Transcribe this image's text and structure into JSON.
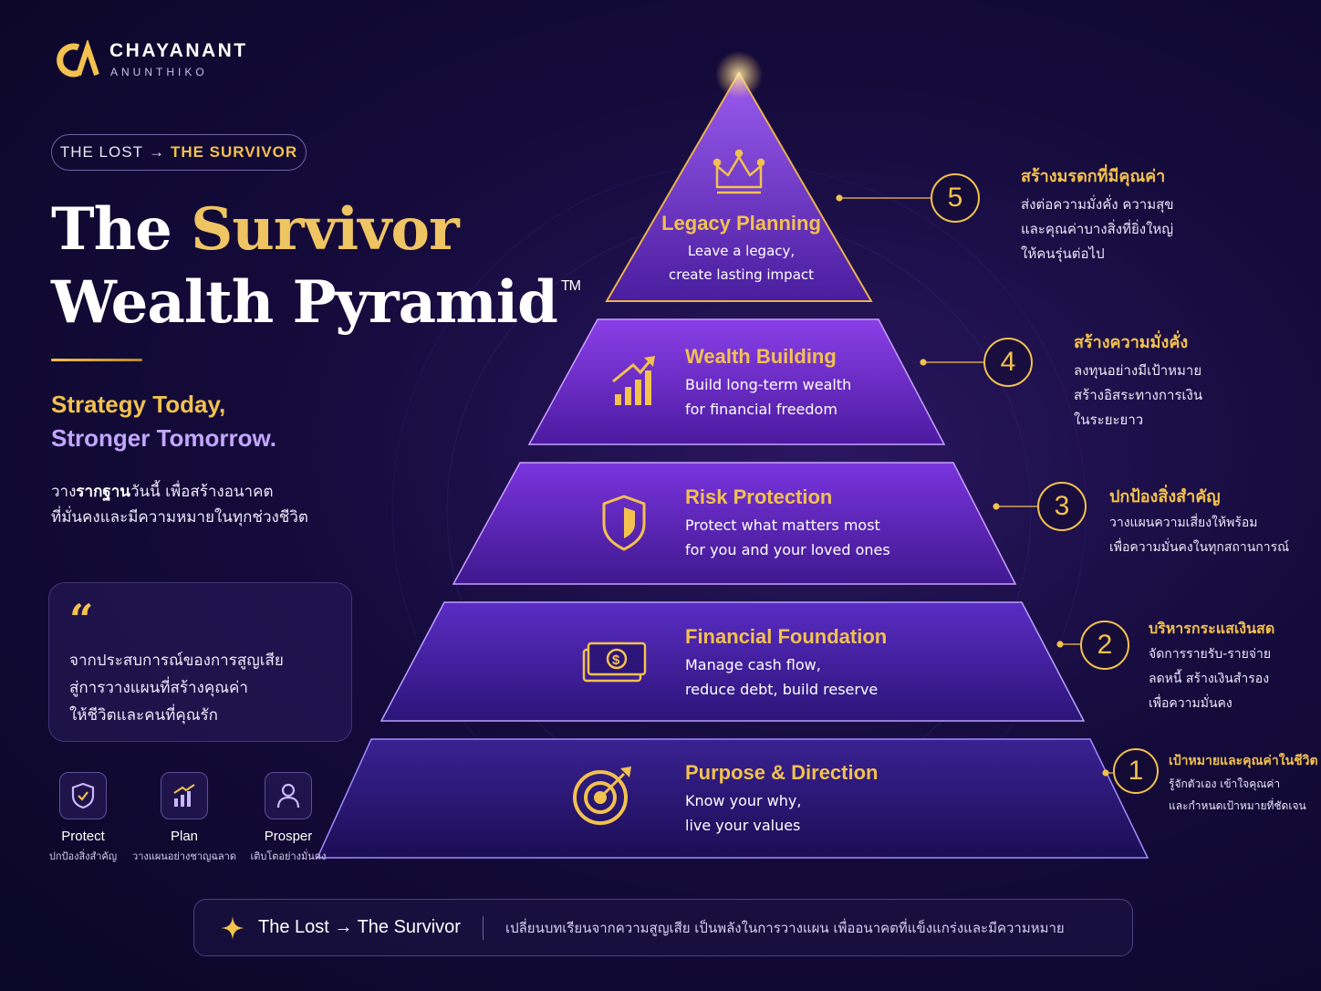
{
  "colors": {
    "gold": "#f2c14e",
    "lavender": "#c3a6ff",
    "background": "#150b3c",
    "purple": "#7b3fe0"
  },
  "brand": {
    "name": "CHAYANANT",
    "sub": "ANUNTHIKO",
    "logo_icon": "ca-monogram-icon"
  },
  "pill": {
    "left": "THE LOST",
    "arrow": "→",
    "right": "THE SURVIVOR"
  },
  "title": {
    "line1_a": "The",
    "line1_b": "Survivor",
    "line2": "Wealth Pyramid",
    "tm": "TM"
  },
  "tagline": {
    "line1": "Strategy Today,",
    "line2": "Stronger Tomorrow."
  },
  "description": {
    "pre": "วาง",
    "bold": "รากฐาน",
    "post": "วันนี้ เพื่อสร้างอนาคต",
    "line2": "ที่มั่นคงและมีความหมายในทุกช่วงชีวิต"
  },
  "quote": {
    "mark": "“",
    "lines": [
      "จากประสบการณ์ของการสูญเสีย",
      "สู่การวางแผนที่สร้างคุณค่า",
      "ให้ชีวิตและคนที่คุณรัก"
    ]
  },
  "pillars": [
    {
      "label": "Protect",
      "sub": "ปกป้องสิ่งสำคัญ",
      "icon": "shield-check-icon"
    },
    {
      "label": "Plan",
      "sub": "วางแผนอย่างชาญฉลาด",
      "icon": "bar-chart-icon"
    },
    {
      "label": "Prosper",
      "sub": "เติบโตอย่างมั่นคง",
      "icon": "person-icon"
    }
  ],
  "tiers": [
    {
      "level": "5",
      "title": "Legacy Planning",
      "lines": [
        "Leave a legacy,",
        "create lasting impact"
      ],
      "icon": "crown-icon",
      "side_title": "สร้างมรดกที่มีคุณค่า",
      "side_lines": [
        "ส่งต่อความมั่งคั่ง ความสุข",
        "และคุณค่าบางสิ่งที่ยิ่งใหญ่",
        "ให้คนรุ่นต่อไป"
      ]
    },
    {
      "level": "4",
      "title": "Wealth Building",
      "lines": [
        "Build long-term wealth",
        "for financial freedom"
      ],
      "icon": "growth-chart-icon",
      "side_title": "สร้างความมั่งคั่ง",
      "side_lines": [
        "ลงทุนอย่างมีเป้าหมาย",
        "สร้างอิสระทางการเงิน",
        "ในระยะยาว"
      ]
    },
    {
      "level": "3",
      "title": "Risk Protection",
      "lines": [
        "Protect what matters most",
        "for you and your loved ones"
      ],
      "icon": "shield-icon",
      "side_title": "ปกป้องสิ่งสำคัญ",
      "side_lines": [
        "วางแผนความเสี่ยงให้พร้อม",
        "เพื่อความมั่นคงในทุกสถานการณ์"
      ]
    },
    {
      "level": "2",
      "title": "Financial Foundation",
      "lines": [
        "Manage cash flow,",
        "reduce debt, build reserve"
      ],
      "icon": "money-icon",
      "side_title": "บริหารกระแสเงินสด",
      "side_lines": [
        "จัดการรายรับ-รายจ่าย",
        "ลดหนี้ สร้างเงินสำรอง",
        "เพื่อความมั่นคง"
      ]
    },
    {
      "level": "1",
      "title": "Purpose & Direction",
      "lines": [
        "Know your why,",
        "live your values"
      ],
      "icon": "target-icon",
      "side_title": "เป้าหมายและคุณค่าในชีวิต",
      "side_lines": [
        "รู้จักตัวเอง เข้าใจคุณค่า",
        "และกำหนดเป้าหมายที่ชัดเจน"
      ]
    }
  ],
  "footer": {
    "title": "The Lost → The Survivor",
    "text": "เปลี่ยนบทเรียนจากความสูญเสีย เป็นพลังในการวางแผน เพื่ออนาคตที่แข็งแกร่งและมีความหมาย",
    "icon": "sparkle-icon"
  }
}
